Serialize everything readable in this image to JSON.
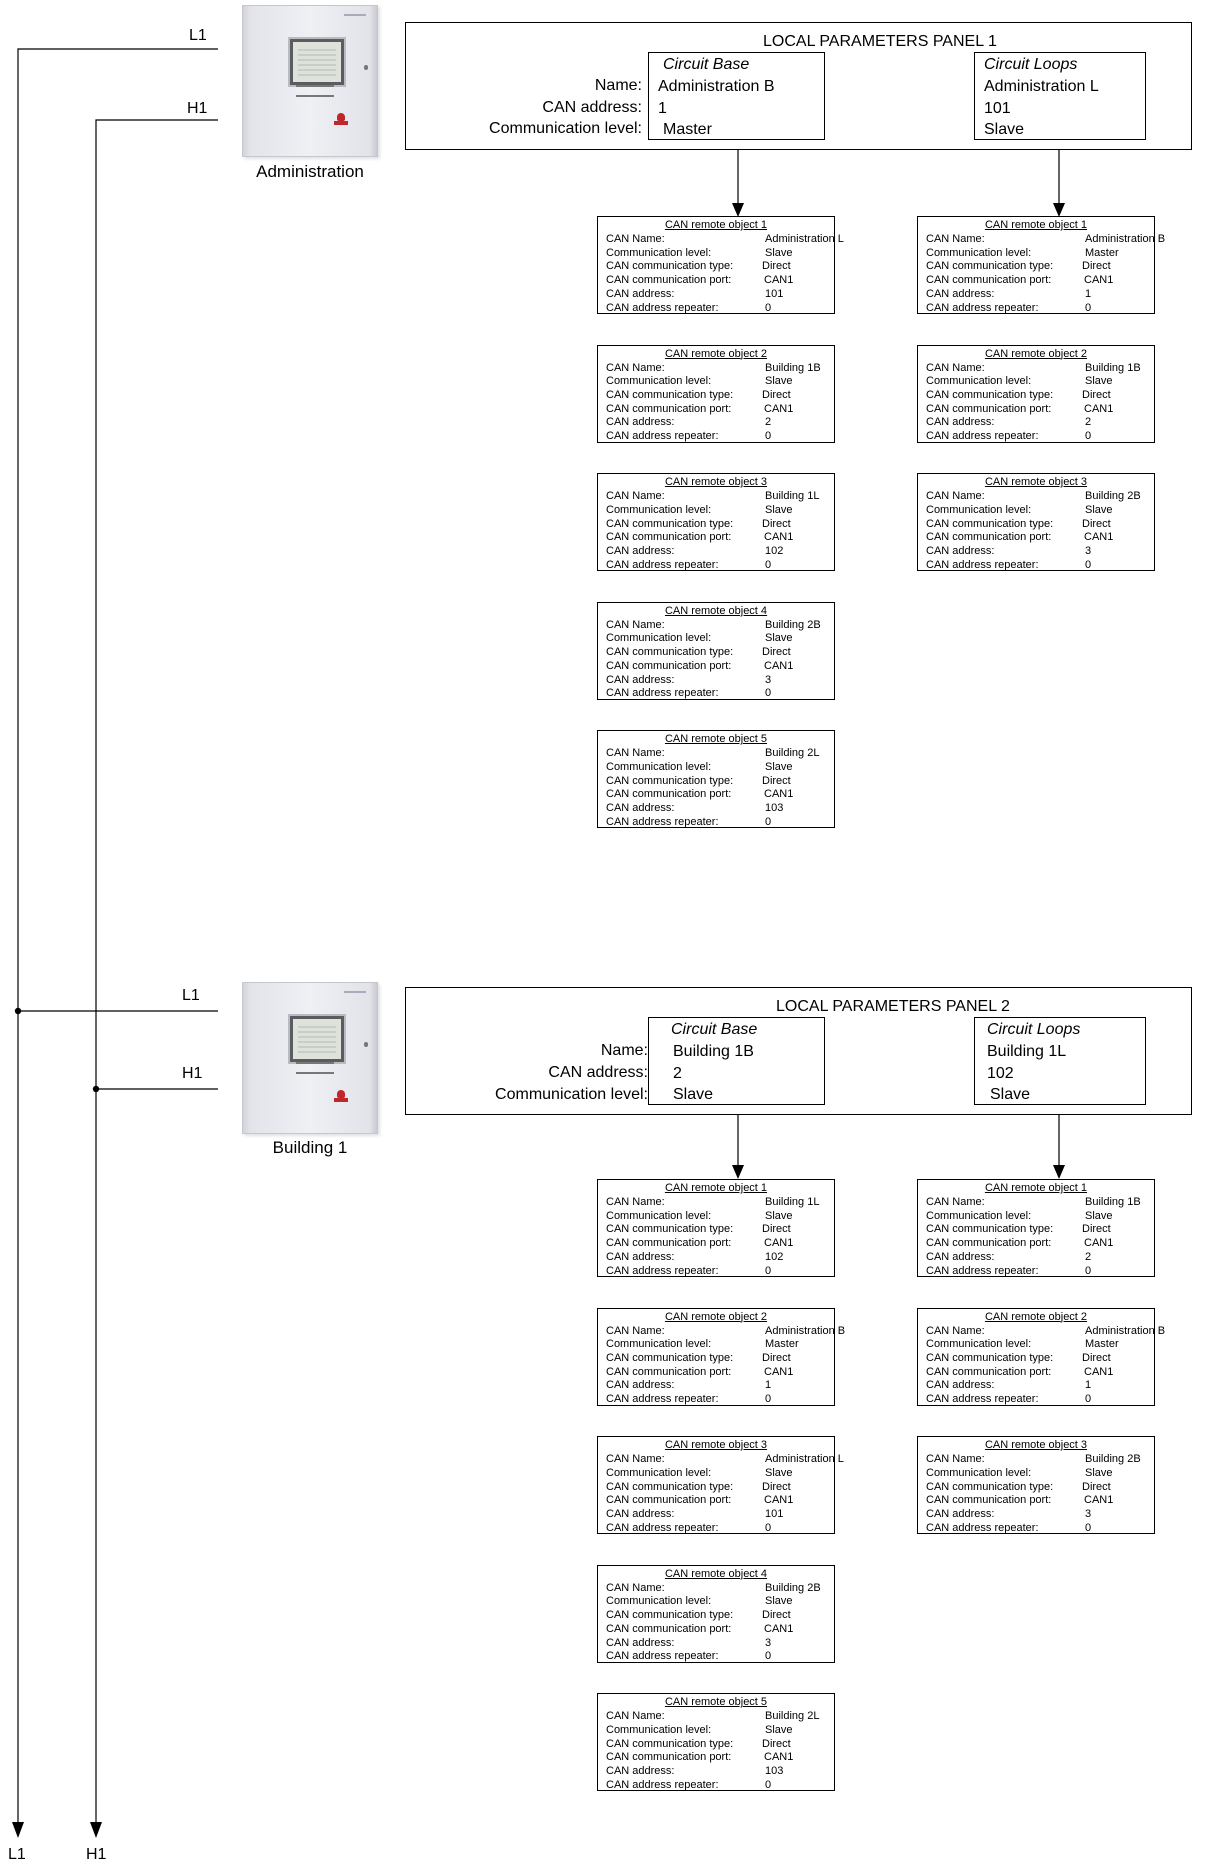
{
  "bus": {
    "l_label": "L1",
    "h_label": "H1"
  },
  "row_labels": {
    "name": "Name:",
    "can_address": "CAN address:",
    "communication_level": "Communication level:"
  },
  "object_labels": {
    "can_name": "CAN Name:",
    "communication_level": "Communication level:",
    "communication_type": "CAN communication type:",
    "communication_port": "CAN communication port:",
    "can_address": "CAN address:",
    "address_repeater": "CAN address repeater:"
  },
  "panels": [
    {
      "device_label": "Administration",
      "title": "LOCAL PARAMETERS PANEL 1",
      "circuits": [
        {
          "title": "Circuit Base",
          "name": "Administration B",
          "address": "1",
          "level": "Master"
        },
        {
          "title": "Circuit Loops",
          "name": "Administration L",
          "address": "101",
          "level": "Slave"
        }
      ],
      "left_objects": [
        {
          "title": "CAN remote object 1",
          "name": "Administration  L",
          "level": "Slave",
          "type": "Direct",
          "port": "CAN1",
          "address": "101",
          "repeater": "0"
        },
        {
          "title": "CAN remote object 2",
          "name": "Building 1B",
          "level": "Slave",
          "type": "Direct",
          "port": "CAN1",
          "address": "2",
          "repeater": "0"
        },
        {
          "title": "CAN remote object 3",
          "name": "Building 1L",
          "level": "Slave",
          "type": "Direct",
          "port": "CAN1",
          "address": "102",
          "repeater": "0"
        },
        {
          "title": "CAN remote object 4",
          "name": "Building 2B",
          "level": "Slave",
          "type": "Direct",
          "port": "CAN1",
          "address": "3",
          "repeater": "0"
        },
        {
          "title": "CAN remote object 5",
          "name": "Building 2L",
          "level": "Slave",
          "type": "Direct",
          "port": "CAN1",
          "address": "103",
          "repeater": "0"
        }
      ],
      "right_objects": [
        {
          "title": "CAN remote object 1",
          "name": "Administration  B",
          "level": "Master",
          "type": "Direct",
          "port": "CAN1",
          "address": "1",
          "repeater": "0"
        },
        {
          "title": "CAN remote object 2",
          "name": "Building 1B",
          "level": "Slave",
          "type": "Direct",
          "port": "CAN1",
          "address": "2",
          "repeater": "0"
        },
        {
          "title": "CAN remote object 3",
          "name": "Building 2B",
          "level": "Slave",
          "type": "Direct",
          "port": "CAN1",
          "address": "3",
          "repeater": "0"
        }
      ]
    },
    {
      "device_label": "Building 1",
      "title": "LOCAL PARAMETERS PANEL 2",
      "circuits": [
        {
          "title": "Circuit Base",
          "name": "Building 1B",
          "address": "2",
          "level": "Slave"
        },
        {
          "title": "Circuit Loops",
          "name": "Building 1L",
          "address": "102",
          "level": "Slave"
        }
      ],
      "left_objects": [
        {
          "title": "CAN remote object 1",
          "name": "Building 1L",
          "level": "Slave",
          "type": "Direct",
          "port": "CAN1",
          "address": "102",
          "repeater": "0"
        },
        {
          "title": "CAN remote object 2",
          "name": "Administration  B",
          "level": "Master",
          "type": "Direct",
          "port": "CAN1",
          "address": "1",
          "repeater": "0"
        },
        {
          "title": "CAN remote object 3",
          "name": "Administration  L",
          "level": "Slave",
          "type": "Direct",
          "port": "CAN1",
          "address": "101",
          "repeater": "0"
        },
        {
          "title": "CAN remote object 4",
          "name": "Building 2B",
          "level": "Slave",
          "type": "Direct",
          "port": "CAN1",
          "address": "3",
          "repeater": "0"
        },
        {
          "title": "CAN remote object 5",
          "name": "Building 2L",
          "level": "Slave",
          "type": "Direct",
          "port": "CAN1",
          "address": "103",
          "repeater": "0"
        }
      ],
      "right_objects": [
        {
          "title": "CAN remote object 1",
          "name": "Building 1B",
          "level": "Slave",
          "type": "Direct",
          "port": "CAN1",
          "address": "2",
          "repeater": "0"
        },
        {
          "title": "CAN remote object 2",
          "name": "Administration  B",
          "level": "Master",
          "type": "Direct",
          "port": "CAN1",
          "address": "1",
          "repeater": "0"
        },
        {
          "title": "CAN remote object 3",
          "name": "Building 2B",
          "level": "Slave",
          "type": "Direct",
          "port": "CAN1",
          "address": "3",
          "repeater": "0"
        }
      ]
    }
  ]
}
